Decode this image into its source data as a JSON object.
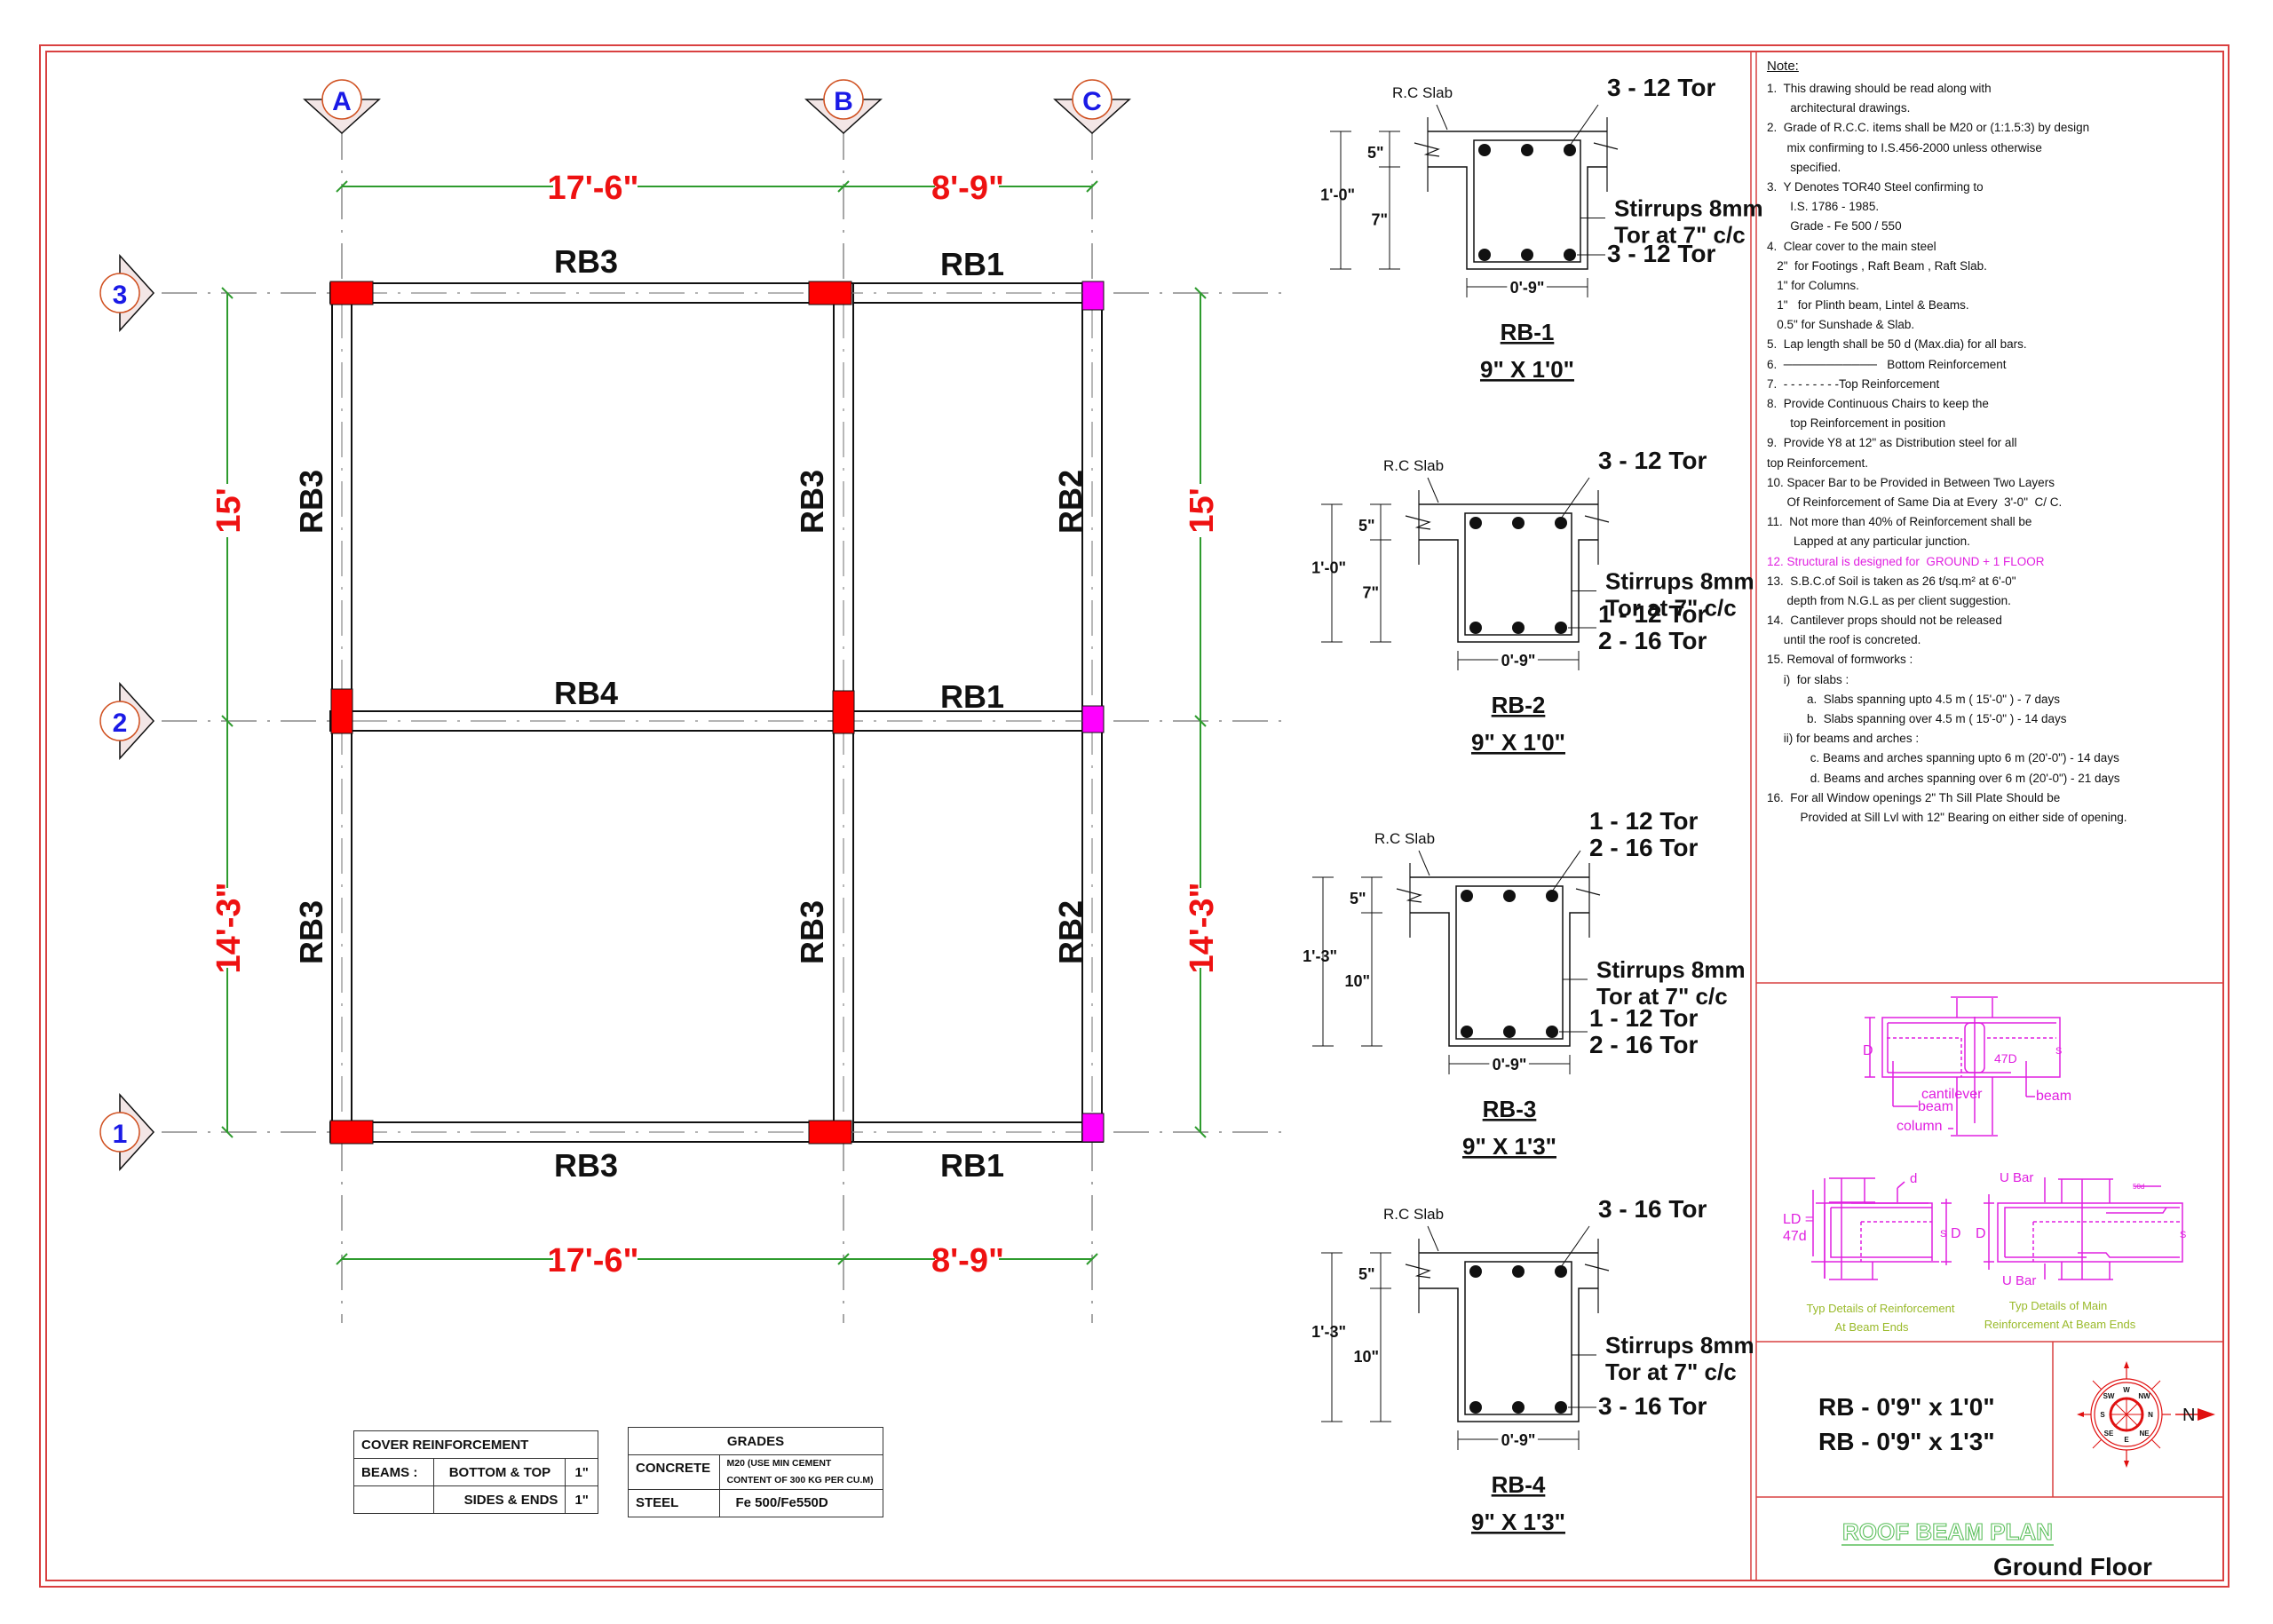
{
  "drawing": {
    "title": "ROOF BEAM PLAN",
    "subtitle": "Ground Floor",
    "beam_sizes": [
      "RB - 0'9\" x 1'0\"",
      "RB - 0'9\" x 1'3\""
    ]
  },
  "plan": {
    "grid_columns": [
      "A",
      "B",
      "C"
    ],
    "grid_rows": [
      "3",
      "2",
      "1"
    ],
    "dims_horizontal": [
      "17'-6\"",
      "8'-9\""
    ],
    "dims_vertical": [
      "15'",
      "14'-3\""
    ],
    "beams": {
      "top_left": "RB3",
      "top_right": "RB1",
      "mid_left": "RB4",
      "mid_right": "RB1",
      "bot_left": "RB3",
      "bot_right": "RB1",
      "col_a_upper": "RB3",
      "col_a_lower": "RB3",
      "col_b_upper": "RB3",
      "col_b_lower": "RB3",
      "col_c_upper": "RB2",
      "col_c_lower": "RB2"
    },
    "colors": {
      "column_red": "#ff0000",
      "column_magenta": "#ff00ff",
      "dimension_line": "#2e9b2e",
      "dimension_text": "#ee1111",
      "grid_label": "#1a1ae6",
      "border": "#d94040"
    }
  },
  "sections": [
    {
      "id": "RB-1",
      "size": "9\" X 1'0\"",
      "slab_label": "R.C Slab",
      "top_bars": [
        "3 - 12 Tor"
      ],
      "bottom_bars": [
        "3 - 12 Tor"
      ],
      "stirrups": [
        "Stirrups 8mm",
        "Tor at  7\" c/c"
      ],
      "slab_depth": "5\"",
      "web_depth": "7\"",
      "total_depth": "1'-0\"",
      "width": "0'-9\""
    },
    {
      "id": "RB-2",
      "size": "9\" X 1'0\"",
      "slab_label": "R.C Slab",
      "top_bars": [
        "3 - 12 Tor"
      ],
      "bottom_bars": [
        "1 - 12 Tor",
        "2 - 16 Tor"
      ],
      "stirrups": [
        "Stirrups 8mm",
        "Tor at  7\" c/c"
      ],
      "slab_depth": "5\"",
      "web_depth": "7\"",
      "total_depth": "1'-0\"",
      "width": "0'-9\""
    },
    {
      "id": "RB-3",
      "size": "9\" X 1'3\"",
      "slab_label": "R.C Slab",
      "top_bars": [
        "1 - 12 Tor",
        "2 - 16 Tor"
      ],
      "bottom_bars": [
        "1 - 12 Tor",
        "2 - 16 Tor"
      ],
      "stirrups": [
        "Stirrups 8mm",
        "Tor at  7\" c/c"
      ],
      "slab_depth": "5\"",
      "web_depth": "10\"",
      "total_depth": "1'-3\"",
      "width": "0'-9\""
    },
    {
      "id": "RB-4",
      "size": "9\" X 1'3\"",
      "slab_label": "R.C Slab",
      "top_bars": [
        "3 - 16 Tor"
      ],
      "bottom_bars": [
        "3 - 16 Tor"
      ],
      "stirrups": [
        "Stirrups 8mm",
        "Tor at  7\" c/c"
      ],
      "slab_depth": "5\"",
      "web_depth": "10\"",
      "total_depth": "1'-3\"",
      "width": "0'-9\""
    }
  ],
  "cover_table": {
    "title": "COVER REINFORCEMENT",
    "rows": [
      [
        "BEAMS :",
        "BOTTOM & TOP",
        "1\""
      ],
      [
        "",
        "SIDES & ENDS",
        "1\""
      ]
    ]
  },
  "grades_table": {
    "title": "GRADES",
    "rows": [
      [
        "CONCRETE",
        "M20 (USE MIN CEMENT",
        "CONTENT OF 300 KG PER CU.M)"
      ],
      [
        "STEEL",
        "Fe 500/Fe550D",
        ""
      ]
    ]
  },
  "notes": {
    "title": "Note:",
    "items": [
      {
        "lines": [
          "1.  This drawing should be read along with",
          "       architectural drawings."
        ]
      },
      {
        "lines": [
          "2.  Grade of R.C.C. items shall be M20 or (1:1.5:3) by design",
          "      mix confirming to I.S.456-2000 unless otherwise",
          "       specified."
        ]
      },
      {
        "lines": [
          "3.  Y Denotes TOR40 Steel confirming to",
          "       I.S. 1786 - 1985.",
          "       Grade - Fe 500 / 550"
        ]
      },
      {
        "lines": [
          "4.  Clear cover to the main steel",
          "   2\"  for Footings , Raft Beam , Raft Slab.",
          "   1\" for Columns.",
          "   1\"   for Plinth beam, Lintel & Beams.",
          "   0.5\" for Sunshade & Slab."
        ]
      },
      {
        "lines": [
          "5.  Lap length shall be 50 d (Max.dia) for all bars."
        ]
      },
      {
        "lines": [
          "6.  ───────────   Bottom Reinforcement"
        ]
      },
      {
        "lines": [
          "7.  - - - - - - - -Top Reinforcement"
        ]
      },
      {
        "lines": [
          "8.  Provide Continuous Chairs to keep the",
          "       top Reinforcement in position"
        ]
      },
      {
        "lines": [
          "9.  Provide Y8 at 12\" as Distribution steel for all",
          "top Reinforcement."
        ]
      },
      {
        "lines": [
          "10. Spacer Bar to be Provided in Between Two Layers",
          "      Of Reinforcement of Same Dia at Every  3'-0\"  C/ C."
        ]
      },
      {
        "lines": [
          "11.  Not more than 40% of Reinforcement shall be",
          "        Lapped at any particular junction."
        ]
      },
      {
        "lines": [
          "12. Structural is designed for  GROUND + 1 FLOOR"
        ],
        "highlight": true
      },
      {
        "lines": [
          "13.  S.B.C.of Soil is taken as 26 t/sq.m² at 6'-0\"",
          "      depth from N.G.L as per client suggestion."
        ]
      },
      {
        "lines": [
          "14.  Cantilever props should not be released",
          "     until the roof is concreted."
        ]
      },
      {
        "lines": [
          "15. Removal of formworks :",
          "     i)  for slabs :",
          "            a.  Slabs spanning upto 4.5 m ( 15'-0\" ) - 7 days",
          "            b.  Slabs spanning over 4.5 m ( 15'-0\" ) - 14 days",
          "     ii) for beams and arches :",
          "             c. Beams and arches spanning upto 6 m (20'-0\") - 14 days",
          "             d. Beams and arches spanning over 6 m (20'-0\") - 21 days"
        ]
      },
      {
        "lines": [
          "16.  For all Window openings 2\" Th Sill Plate Should be",
          "          Provided at Sill Lvl with 12\" Bearing on either side of opening."
        ]
      }
    ]
  },
  "details": {
    "cantilever_labels": {
      "d": "D",
      "ld": "47D",
      "cantilever": "cantilever",
      "beam_under": "beam",
      "beam": "beam",
      "column": "column",
      "s": "S"
    },
    "left_caption": [
      "Typ Details of Reinforcement",
      "At Beam Ends"
    ],
    "right_caption": [
      "Typ Details of Main",
      "Reinforcement At Beam Ends"
    ],
    "left_labels": {
      "d_small": "d",
      "ld1": "LD =",
      "ld2": "47d",
      "D": "D",
      "s": "S"
    },
    "right_labels": {
      "ubar_top": "U Bar",
      "ubar_bot": "U Bar",
      "lap": "50d",
      "D": "D",
      "s": "S"
    },
    "caption_color": "#9aba2a",
    "detail_color": "#e020e0"
  },
  "north_arrow": {
    "label": "N",
    "directions": [
      "W",
      "NW",
      "N",
      "NE",
      "E",
      "SE",
      "S",
      "SW"
    ]
  }
}
